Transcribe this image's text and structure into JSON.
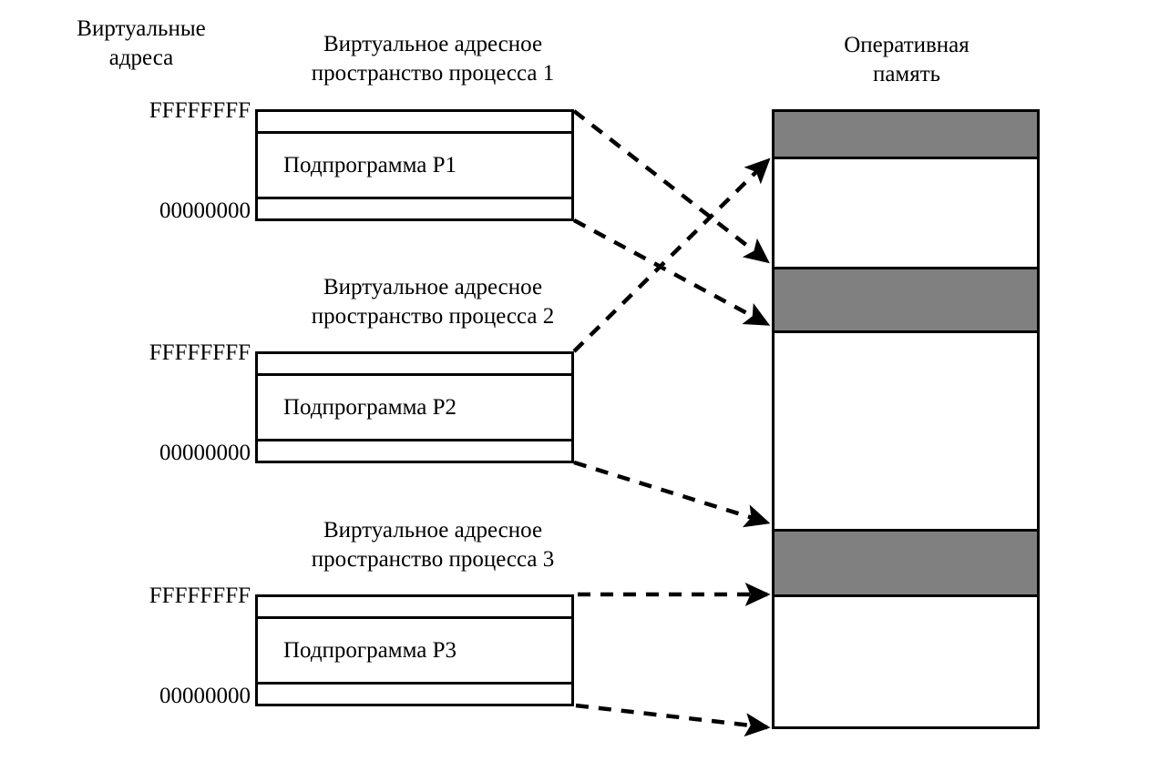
{
  "diagram": {
    "title_left_column": "Виртуальные\nадреса",
    "memory_header": "Оперативная\nпамять",
    "gray_color": "#808080",
    "line_color": "#000000",
    "background": "#ffffff"
  },
  "address_labels": {
    "high": "FFFFFFFF",
    "low": "00000000"
  },
  "processes": [
    {
      "header": "Виртуальное адресное\nпространство процесса 1",
      "subprogram": "Подпрограмма P1",
      "addr_high": "FFFFFFFF",
      "addr_low": "00000000"
    },
    {
      "header": "Виртуальное адресное\nпространство процесса 2",
      "subprogram": "Подпрограмма P2",
      "addr_high": "FFFFFFFF",
      "addr_low": "00000000"
    },
    {
      "header": "Виртуальное адресное\nпространство процесса 3",
      "subprogram": "Подпрограмма P3",
      "addr_high": "FFFFFFFF",
      "addr_low": "00000000"
    }
  ],
  "memory_bands": [
    {
      "name": "band-1-occupied",
      "fill": "gray"
    },
    {
      "name": "band-2-free",
      "fill": "white"
    },
    {
      "name": "band-3-occupied",
      "fill": "gray"
    },
    {
      "name": "band-4-free",
      "fill": "white"
    },
    {
      "name": "band-5-occupied",
      "fill": "gray"
    },
    {
      "name": "band-6-free",
      "fill": "white"
    }
  ]
}
